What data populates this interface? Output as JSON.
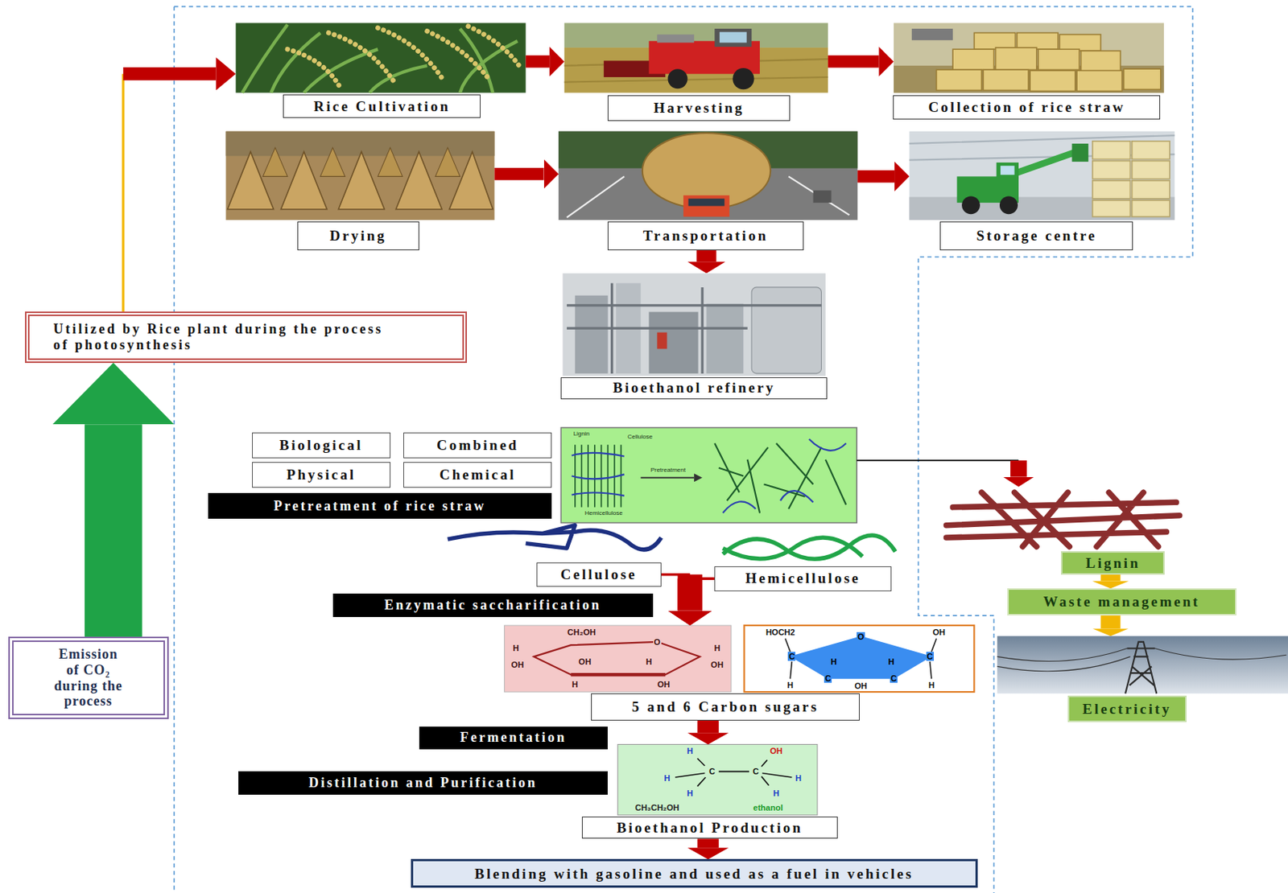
{
  "diagram": {
    "nodes": [
      {
        "text": [
          "Rice Cultivation"
        ]
      },
      {
        "text": [
          "Harvesting"
        ]
      },
      {
        "text": [
          "Collection of rice straw"
        ]
      },
      {
        "text": [
          "Drying"
        ]
      },
      {
        "text": [
          "Transportation"
        ]
      },
      {
        "text": [
          "Storage centre"
        ]
      },
      {
        "text": [
          "Bioethanol refinery"
        ]
      },
      {
        "text": [
          "Utilized by Rice plant during the process of photosynthesis"
        ]
      },
      {
        "text": [
          "Biological"
        ]
      },
      {
        "text": [
          "Combined"
        ]
      },
      {
        "text": [
          "Physical"
        ]
      },
      {
        "text": [
          "Chemical"
        ]
      },
      {
        "text": [
          "Pretreatment of rice straw"
        ]
      },
      {
        "text": [
          "Lignin",
          "Cellulose",
          "Pretreatment",
          "Hemicellulose"
        ]
      },
      {
        "text": [
          "Lignin"
        ]
      },
      {
        "text": [
          "Cellulose"
        ]
      },
      {
        "text": [
          "Hemicellulose"
        ]
      },
      {
        "text": [
          "Waste management"
        ]
      },
      {
        "text": [
          "Enzymatic saccharification"
        ]
      },
      {
        "text": [
          "Emission of CO₂ during the process"
        ]
      },
      {
        "text": [
          "5 and 6 Carbon sugars"
        ]
      },
      {
        "text": [
          "Electricity"
        ]
      },
      {
        "text": [
          "Fermentation"
        ]
      },
      {
        "text": [
          "Distillation and Purification"
        ]
      },
      {
        "text": [
          "Bioethanol Production"
        ]
      },
      {
        "text": [
          "Blending with gasoline and used as a fuel in vehicles"
        ]
      }
    ],
    "edges": [
      {
        "from": 0,
        "to": 1,
        "arrow": "to"
      },
      {
        "from": 1,
        "to": 2,
        "arrow": "to"
      },
      {
        "from": 3,
        "to": 4,
        "arrow": "to"
      },
      {
        "from": 4,
        "to": 5,
        "arrow": "to"
      },
      {
        "from": 4,
        "to": 6,
        "arrow": "to"
      },
      {
        "from": 7,
        "to": 0,
        "arrow": "to"
      },
      {
        "from": 19,
        "to": 7,
        "arrow": "to"
      },
      {
        "from": 13,
        "to": 14,
        "arrow": "to"
      },
      {
        "from": 15,
        "to": 20,
        "arrow": "to"
      },
      {
        "from": 16,
        "to": 20,
        "arrow": "to"
      },
      {
        "from": 14,
        "to": 17,
        "arrow": "to"
      },
      {
        "from": 17,
        "to": 21,
        "arrow": "to"
      },
      {
        "from": 20,
        "to": 24,
        "arrow": "to"
      },
      {
        "from": 24,
        "to": 25,
        "arrow": "to"
      }
    ],
    "labels": [
      "CH₂OH",
      "O",
      "H",
      "OH",
      "OH",
      "H",
      "H",
      "OH",
      "H",
      "OH",
      "HOCH2",
      "O",
      "OH",
      "C",
      "C",
      "H",
      "H",
      "C",
      "C",
      "H",
      "OH",
      "H",
      "H",
      "OH",
      "H",
      "C",
      "C",
      "H",
      "H",
      "H",
      "CH₃CH₂OH",
      "ethanol"
    ]
  }
}
